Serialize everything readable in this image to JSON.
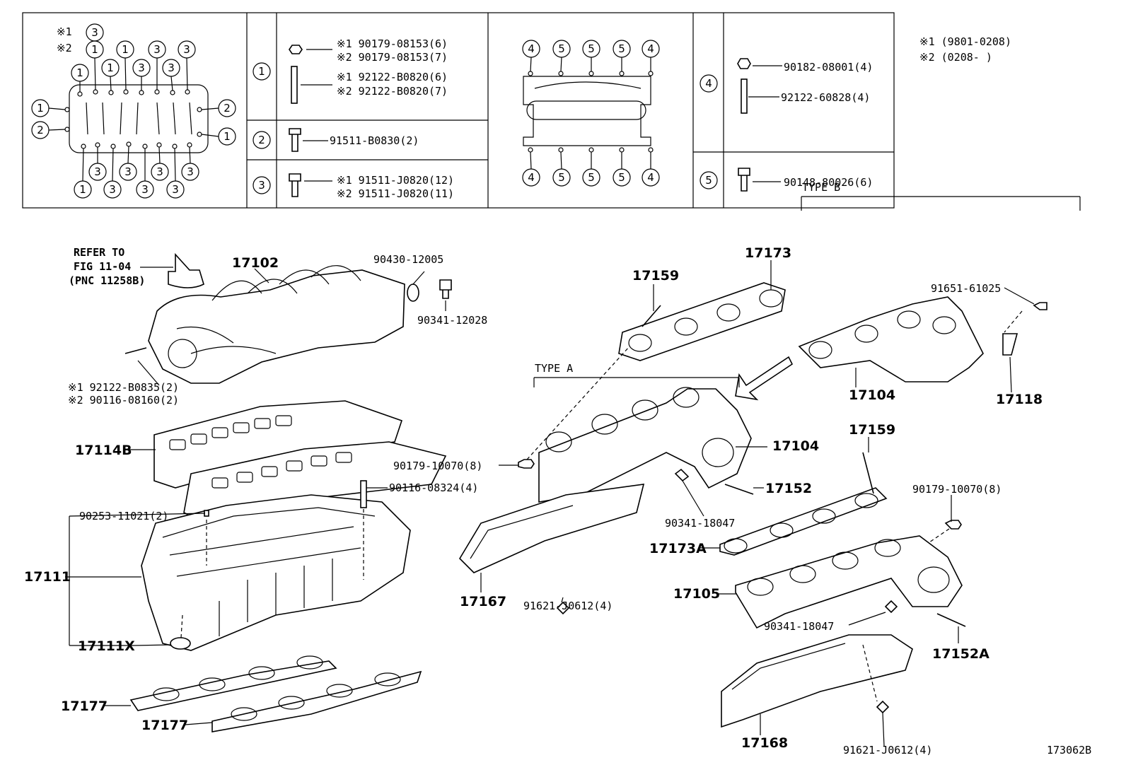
{
  "legend": {
    "note1": "※1",
    "note2": "※2",
    "marks": [
      "①",
      "②",
      "③",
      "④",
      "⑤"
    ],
    "row1": {
      "circle": "1",
      "a": "※1 90179-08153(6)",
      "b": "※2 90179-08153(7)",
      "c": "※1 92122-B0820(6)",
      "d": "※2 92122-B0820(7)"
    },
    "row2": {
      "circle": "2",
      "a": "91511-B0830(2)"
    },
    "row3": {
      "circle": "3",
      "a": "※1 91511-J0820(12)",
      "b": "※2 91511-J0820(11)"
    },
    "row4": {
      "circle": "4",
      "a": "90182-08001(4)",
      "b": "92122-60828(4)"
    },
    "row5": {
      "circle": "5",
      "a": "90148-80026(6)"
    },
    "dates": {
      "a": "※1 (9801-0208)",
      "b": "※2 (0208-     )"
    }
  },
  "labels": {
    "refer1": "REFER TO",
    "refer2": "FIG 11-04",
    "refer3": "(PNC 11258B)",
    "p17102": "17102",
    "p9043012005": "90430-12005",
    "p9034112028": "90341-12028",
    "p92122b0835": "※1 92122-B0835(2)",
    "p90116_08160": "※2 90116-08160(2)",
    "p17114B": "17114B",
    "p90116_08324": "90116-08324(4)",
    "p90253": "90253-11021(2)",
    "p17111": "17111",
    "p17111X": "17111X",
    "p17177a": "17177",
    "p17177b": "17177",
    "p17159a": "17159",
    "p17173": "17173",
    "typeA": "TYPE A",
    "typeB": "TYPE B",
    "p17104a": "17104",
    "p17104b": "17104",
    "p91651": "91651-61025",
    "p17118": "17118",
    "p90179a": "90179-10070(8)",
    "p90179b": "90179-10070(8)",
    "p17152": "17152",
    "p90341a": "90341-18047",
    "p90341b": "90341-18047",
    "p17159b": "17159",
    "p17173A": "17173A",
    "p17105": "17105",
    "p17152A": "17152A",
    "p17167": "17167",
    "p17168": "17168",
    "p91621a": "91621-J0612(4)",
    "p91621b": "91621-J0612(4)",
    "figno": "173062B"
  }
}
